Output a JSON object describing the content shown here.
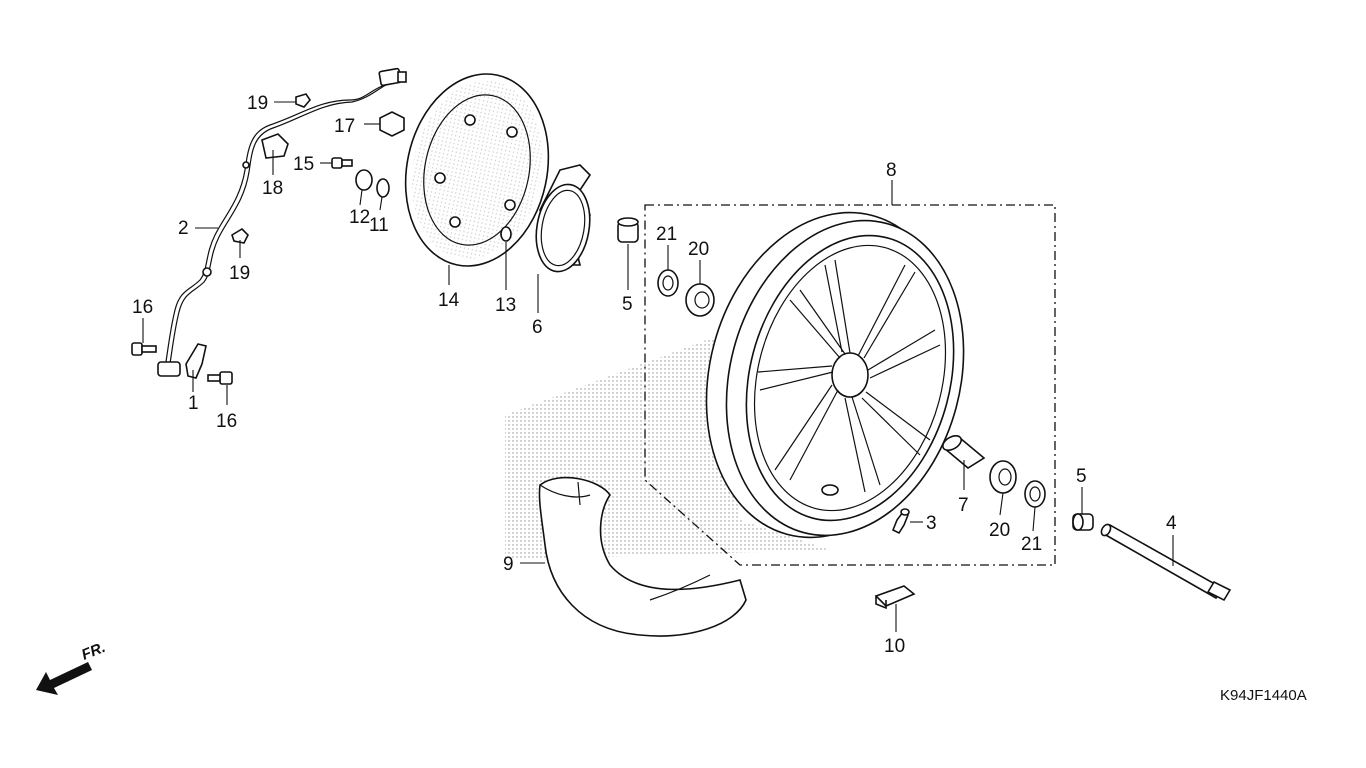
{
  "diagram": {
    "drawing_code": "K94JF1440A",
    "front_marker": "FR.",
    "callouts": [
      {
        "id": "c1",
        "text": "1"
      },
      {
        "id": "c2",
        "text": "2"
      },
      {
        "id": "c3",
        "text": "3"
      },
      {
        "id": "c4",
        "text": "4"
      },
      {
        "id": "c5a",
        "text": "5"
      },
      {
        "id": "c5b",
        "text": "5"
      },
      {
        "id": "c6",
        "text": "6"
      },
      {
        "id": "c7",
        "text": "7"
      },
      {
        "id": "c8",
        "text": "8"
      },
      {
        "id": "c9",
        "text": "9"
      },
      {
        "id": "c10",
        "text": "10"
      },
      {
        "id": "c11",
        "text": "11"
      },
      {
        "id": "c12",
        "text": "12"
      },
      {
        "id": "c13",
        "text": "13"
      },
      {
        "id": "c14",
        "text": "14"
      },
      {
        "id": "c15",
        "text": "15"
      },
      {
        "id": "c16a",
        "text": "16"
      },
      {
        "id": "c16b",
        "text": "16"
      },
      {
        "id": "c17",
        "text": "17"
      },
      {
        "id": "c18",
        "text": "18"
      },
      {
        "id": "c19a",
        "text": "19"
      },
      {
        "id": "c19b",
        "text": "19"
      },
      {
        "id": "c20a",
        "text": "20"
      },
      {
        "id": "c20b",
        "text": "20"
      },
      {
        "id": "c21a",
        "text": "21"
      },
      {
        "id": "c21b",
        "text": "21"
      }
    ]
  }
}
